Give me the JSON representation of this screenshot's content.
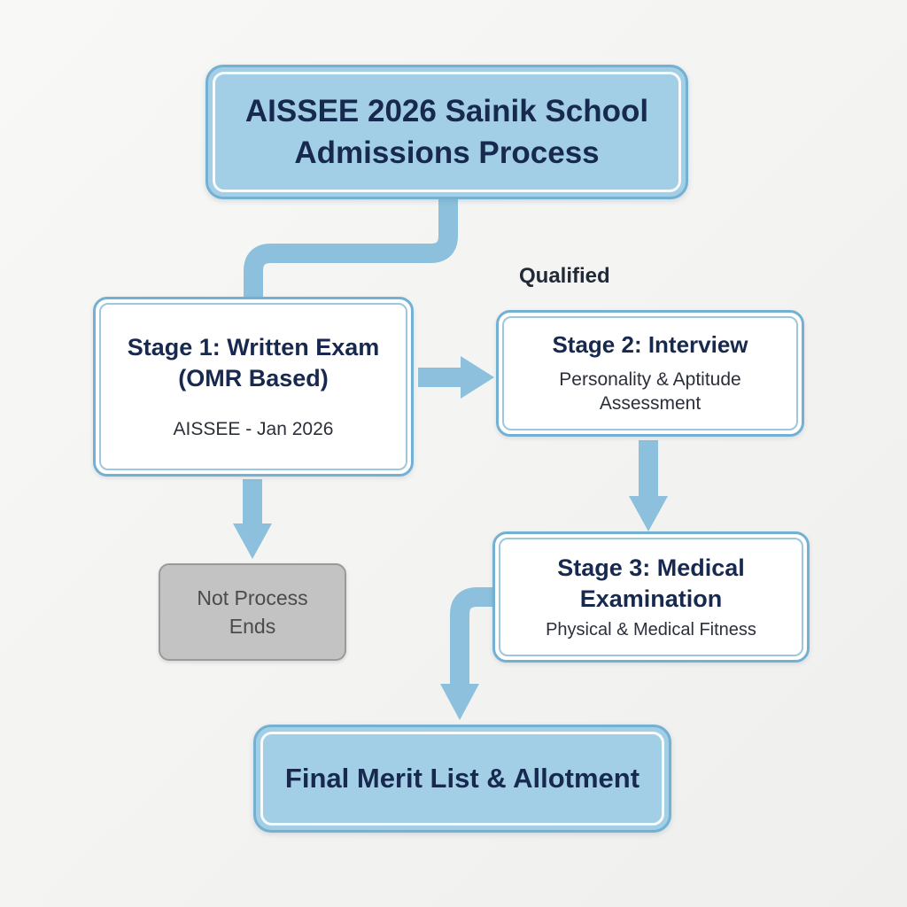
{
  "title": {
    "line1": "AISSEE 2026 Sainik School",
    "line2": "Admissions Process"
  },
  "labels": {
    "qualified": "Qualified"
  },
  "stage1": {
    "heading_line1": "Stage 1: Written Exam",
    "heading_line2": "(OMR Based)",
    "subtext": "AISSEE - Jan 2026"
  },
  "stage2": {
    "heading": "Stage 2: Interview",
    "subtext_line1": "Personality & Aptitude",
    "subtext_line2": "Assessment"
  },
  "stage3": {
    "heading_line1": "Stage 3: Medical",
    "heading_line2": "Examination",
    "subtext": "Physical & Medical Fitness"
  },
  "not_qualified": {
    "line1": "Not Process",
    "line2": "Ends"
  },
  "final": {
    "label": "Final Merit List & Allotment"
  },
  "colors": {
    "box_fill_blue": "#a3cfe6",
    "box_border_blue": "#74b0d2",
    "arrow_blue": "#8cc0dc",
    "text_navy": "#17294e",
    "gray_fill": "#c3c3c3",
    "gray_border": "#9a9a9a",
    "gray_text": "#4b4b4b",
    "bg": "#f5f5f3"
  }
}
